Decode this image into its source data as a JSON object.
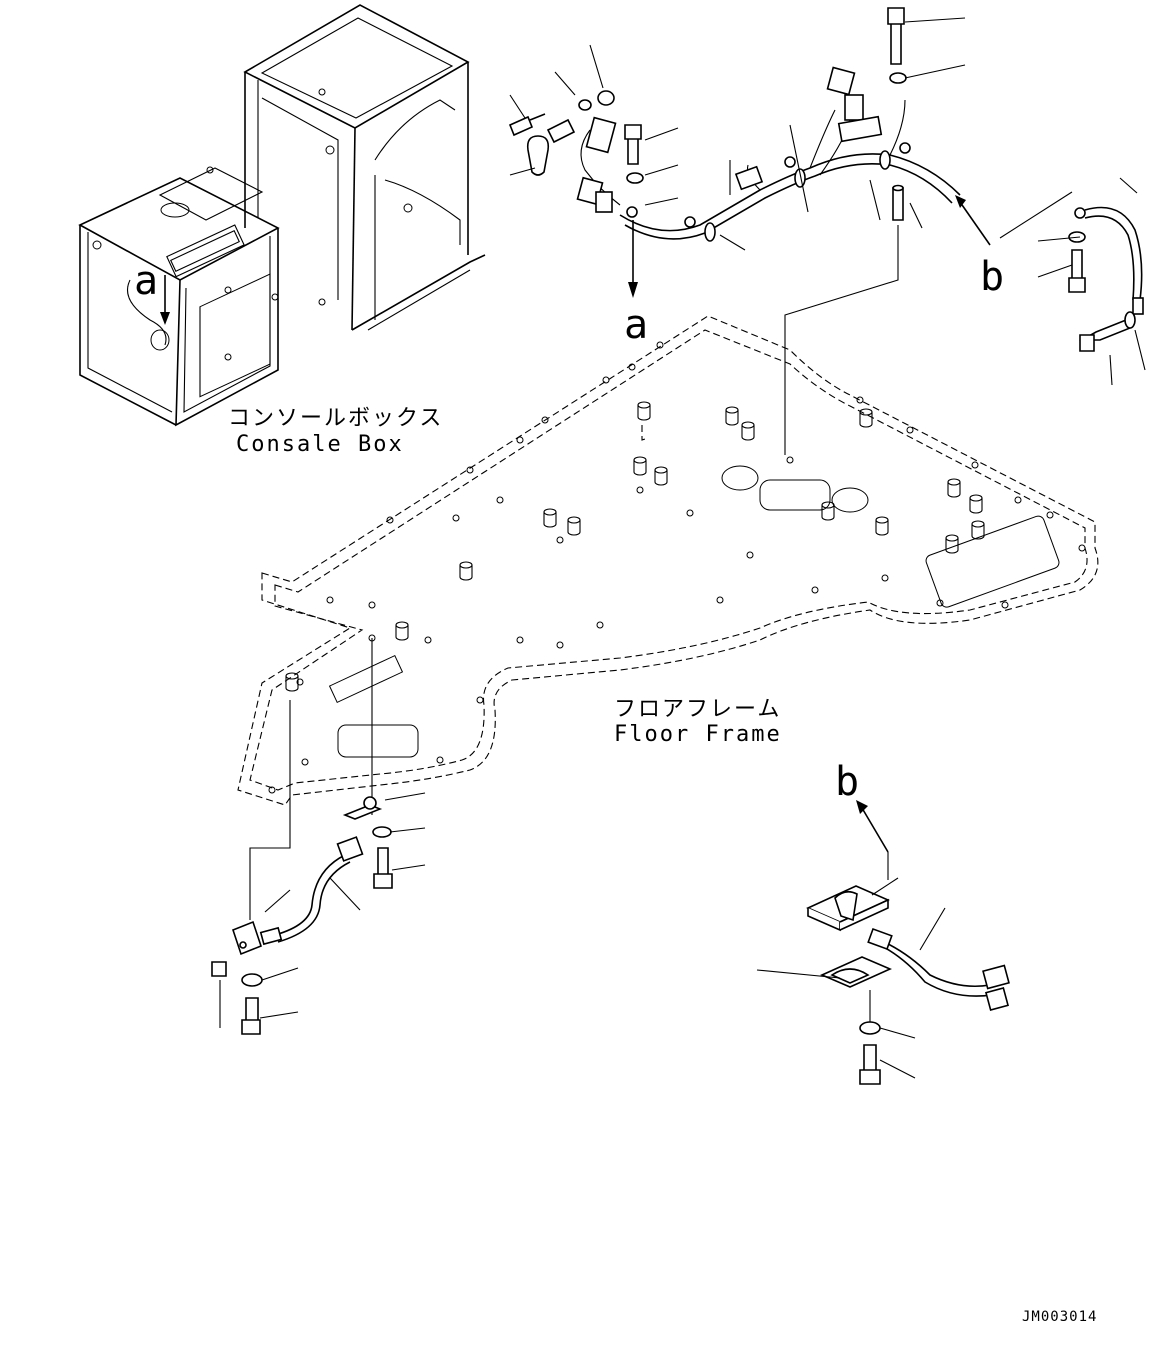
{
  "labels": {
    "console_jp": "コンソールボックス",
    "console_en": "Consale Box",
    "floor_jp": "フロアフレーム",
    "floor_en": "Floor Frame",
    "view_a": "a",
    "view_b": "b",
    "drawing_code": "JM003014"
  }
}
